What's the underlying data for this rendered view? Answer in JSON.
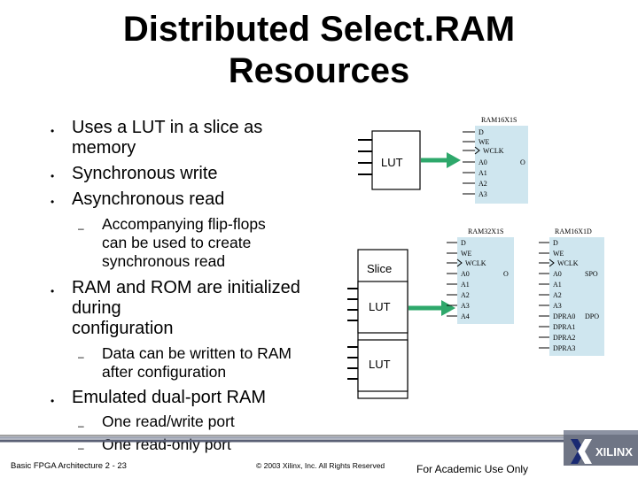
{
  "slide": {
    "title_line1": "Distributed Select.RAM",
    "title_line2": "Resources"
  },
  "bullets": {
    "b1": "Uses a LUT in a slice as memory",
    "b1_l1": "Uses a LUT in a slice as",
    "b1_l2": "memory",
    "b2": "Synchronous write",
    "b3": "Asynchronous read",
    "b3_sub1_l1": "Accompanying flip-flops",
    "b3_sub1_l2": "can be used to create",
    "b3_sub1_l3": "synchronous read",
    "b4_l1": "RAM and ROM are initialized",
    "b4_l2": "during",
    "b4_l3": "configuration",
    "b4_sub1_l1": "Data can be written to RAM",
    "b4_sub1_l2": "after configuration",
    "b5": "Emulated dual-port RAM",
    "b5_sub1": "One read/write port",
    "b5_sub2": "One read-only port"
  },
  "diagram": {
    "lut_label": "LUT",
    "slice_label": "Slice",
    "ram16x1s": {
      "name": "RAM16X1S",
      "pins": [
        "D",
        "WE",
        "WCLK",
        "A0",
        "A1",
        "A2",
        "A3"
      ],
      "out": "O"
    },
    "ram32x1s": {
      "name": "RAM32X1S",
      "pins": [
        "D",
        "WE",
        "WCLK",
        "A0",
        "A1",
        "A2",
        "A3",
        "A4"
      ],
      "out": "O"
    },
    "ram16x1d": {
      "name": "RAM16X1D",
      "pins": [
        "D",
        "WE",
        "WCLK",
        "A0",
        "A1",
        "A2",
        "A3",
        "DPRA0",
        "DPRA1",
        "DPRA2",
        "DPRA3"
      ],
      "out1": "SPO",
      "out2": "DPO"
    },
    "colors": {
      "block_fill": "#cfe6ef",
      "arrow": "#2ea86b"
    }
  },
  "footer": {
    "left": "Basic FPGA Architecture 2 - 23",
    "center": "© 2003 Xilinx, Inc. All Rights Reserved",
    "academic": "For Academic Use Only",
    "logo_text": "XILINX"
  }
}
